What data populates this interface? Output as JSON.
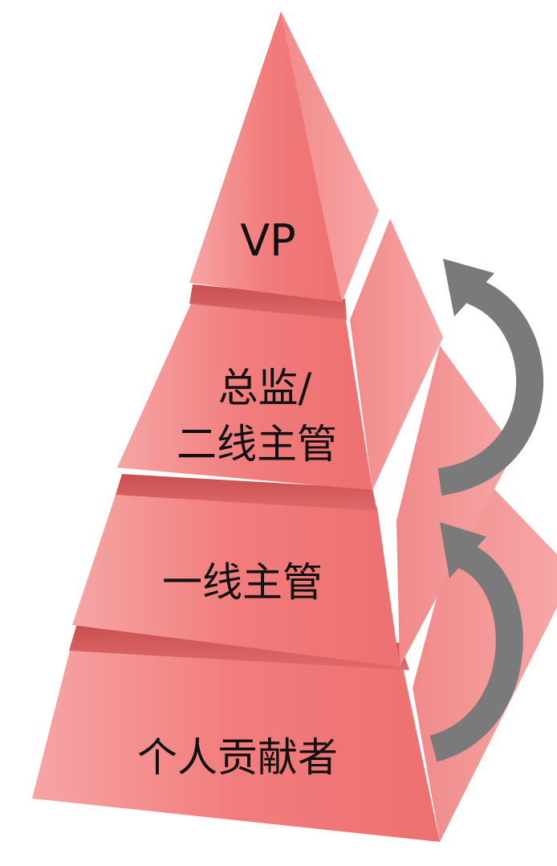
{
  "pyramid": {
    "tiers": [
      {
        "label_lines": [
          "VP"
        ]
      },
      {
        "label_lines": [
          "总监/",
          "二线主管"
        ]
      },
      {
        "label_lines": [
          "一线主管"
        ]
      },
      {
        "label_lines": [
          "个人贡献者"
        ]
      }
    ],
    "arrows": [
      {
        "from_tier": "个人贡献者",
        "to_tier": "一线主管"
      },
      {
        "from_tier": "一线主管",
        "to_tier": "总监/二线主管"
      }
    ]
  },
  "colors": {
    "front_face": "#f07373",
    "right_face": "#f49898",
    "shadow_band": "#d95f5f",
    "arrow": "#7a7a7a",
    "label_text": "#111111"
  }
}
